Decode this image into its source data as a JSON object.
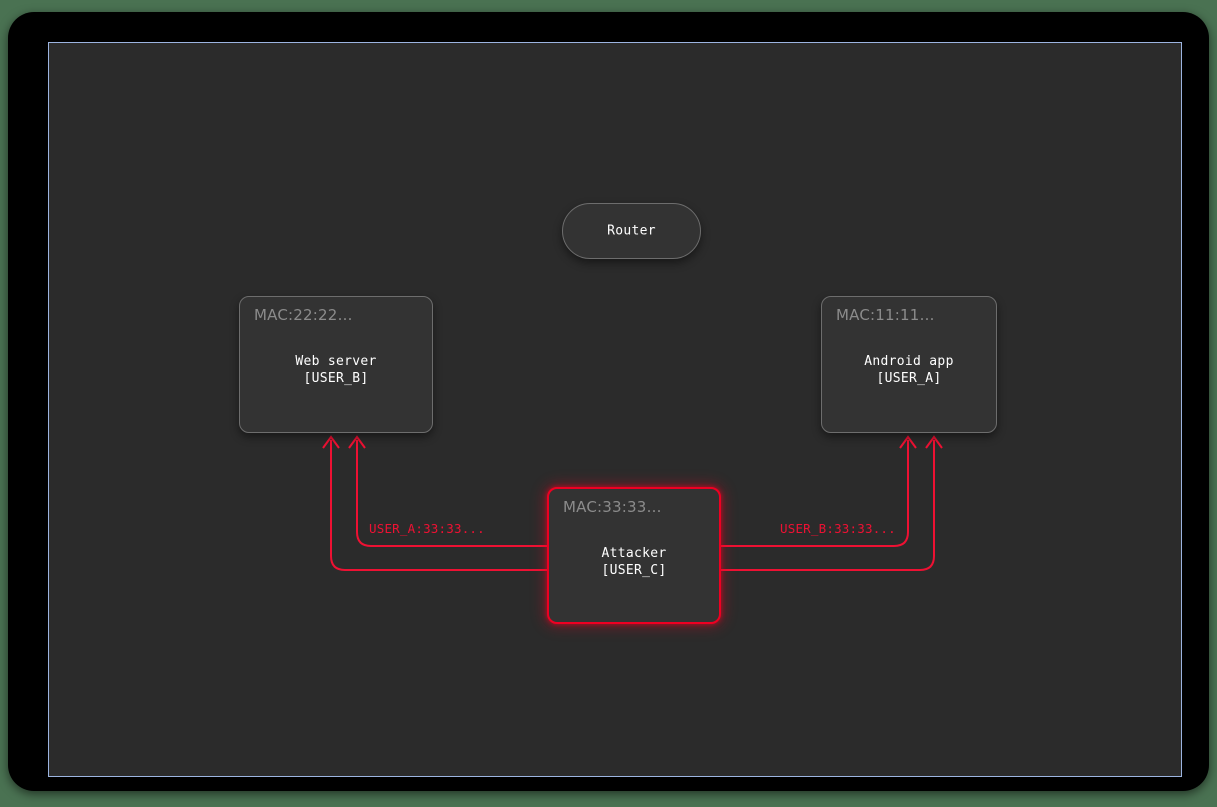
{
  "diagram": {
    "type": "network-topology",
    "title": "ARP spoofing / man-in-the-middle network diagram",
    "colors": {
      "page_background": "#4a7252",
      "frame": "#000000",
      "canvas_background": "#2b2b2b",
      "canvas_border": "#9cb4e0",
      "node_fill": "#333333",
      "node_border": "#6d6d6d",
      "attacker_accent": "#ee0022",
      "mac_label_color": "#8b8b8b",
      "node_text_color": "#ffffff",
      "edge_label_color": "#ee1133"
    },
    "nodes": [
      {
        "id": "router",
        "shape": "pill",
        "mac": "",
        "title": "Router",
        "subtitle": "",
        "highlighted": false
      },
      {
        "id": "web-server",
        "shape": "rounded-rect",
        "mac": "MAC:22:22…",
        "title": "Web server",
        "subtitle": "[USER_B]",
        "highlighted": false
      },
      {
        "id": "android-app",
        "shape": "rounded-rect",
        "mac": "MAC:11:11…",
        "title": "Android app",
        "subtitle": "[USER_A]",
        "highlighted": false
      },
      {
        "id": "attacker",
        "shape": "rounded-rect",
        "mac": "MAC:33:33…",
        "title": "Attacker",
        "subtitle": "[USER_C]",
        "highlighted": true
      }
    ],
    "edges": [
      {
        "id": "attacker-to-web-server",
        "from": "attacker",
        "to": "web-server",
        "label": "USER_A:33:33...",
        "color": "#ee1133",
        "arrow": "to"
      },
      {
        "id": "attacker-to-android-app",
        "from": "attacker",
        "to": "android-app",
        "label": "USER_B:33:33...",
        "color": "#ee1133",
        "arrow": "to"
      }
    ]
  }
}
